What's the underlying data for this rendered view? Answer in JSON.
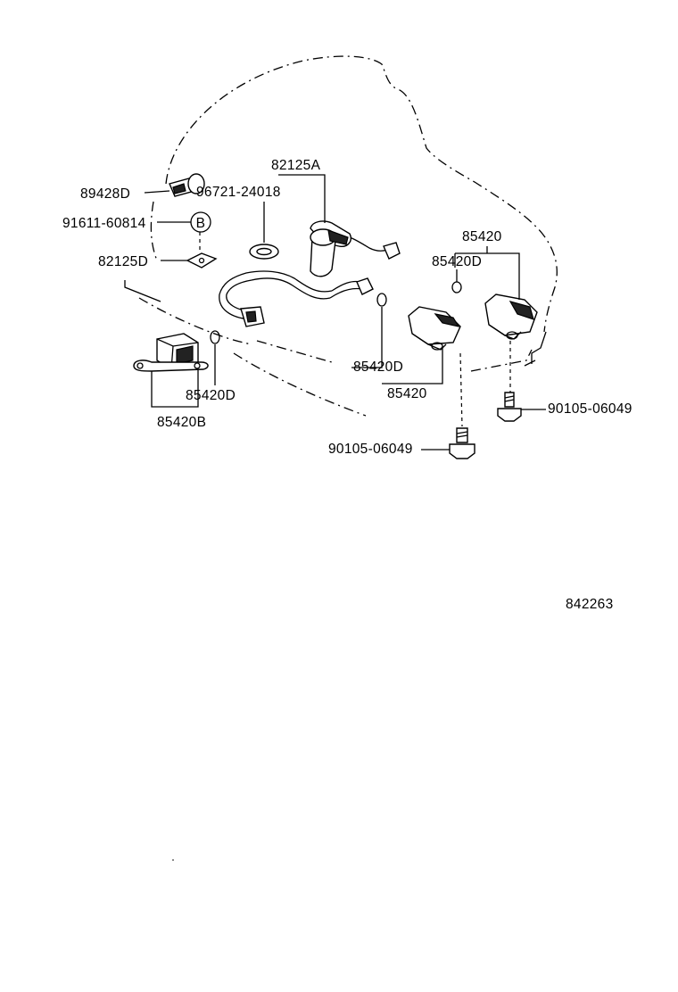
{
  "diagram": {
    "callouts": {
      "c1": "82125A",
      "c2": "96721-24018",
      "c3": "89428D",
      "c4": "91611-60814",
      "c5": "B",
      "c6": "82125D",
      "c7": "85420",
      "c8": "85420D",
      "c9": "85420D",
      "c10": "85420",
      "c11": "85420D",
      "c12": "85420B",
      "c13": "90105-06049",
      "c14": "90105-06049"
    },
    "figure_number": "842263"
  }
}
